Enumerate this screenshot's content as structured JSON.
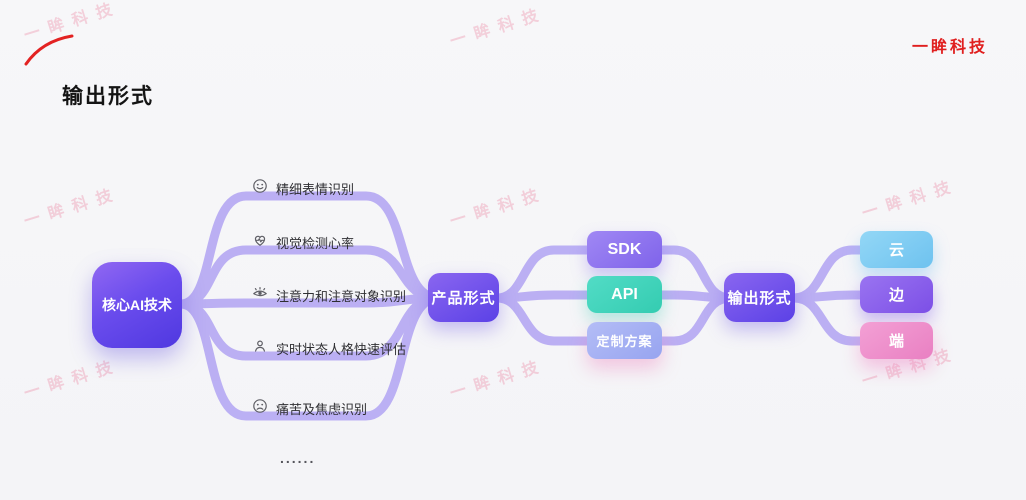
{
  "page": {
    "title": "输出形式",
    "brand": "一眸科技",
    "watermark": "一眸科技"
  },
  "diagram": {
    "root_label": "核心AI技术",
    "tech_items": [
      {
        "icon": "smiley-icon",
        "label": "精细表情识别"
      },
      {
        "icon": "heart-rate-icon",
        "label": "视觉检测心率"
      },
      {
        "icon": "eye-icon",
        "label": "注意力和注意对象识别"
      },
      {
        "icon": "person-icon",
        "label": "实时状态人格快速评估"
      },
      {
        "icon": "sad-face-icon",
        "label": "痛苦及焦虑识别"
      }
    ],
    "ellipsis": "......",
    "product_label": "产品形式",
    "product_items": [
      {
        "label": "SDK",
        "color": "#8f74ee"
      },
      {
        "label": "API",
        "color": "#3fd4ba"
      },
      {
        "label": "定制方案",
        "color": "#a6b1f3"
      }
    ],
    "output_label": "输出形式",
    "output_items": [
      {
        "label": "云",
        "color": "#7ccbf3"
      },
      {
        "label": "边",
        "color": "#8a5fe9"
      },
      {
        "label": "端",
        "color": "#ee8cc8"
      }
    ],
    "colors": {
      "branch_line": "#b5a8f3",
      "node_gradient_start": "#9168f2",
      "node_gradient_end": "#4f38e0",
      "accent_red": "#e01f1f",
      "background": "#f5f5f7",
      "watermark_pink": "#eb829e"
    }
  }
}
